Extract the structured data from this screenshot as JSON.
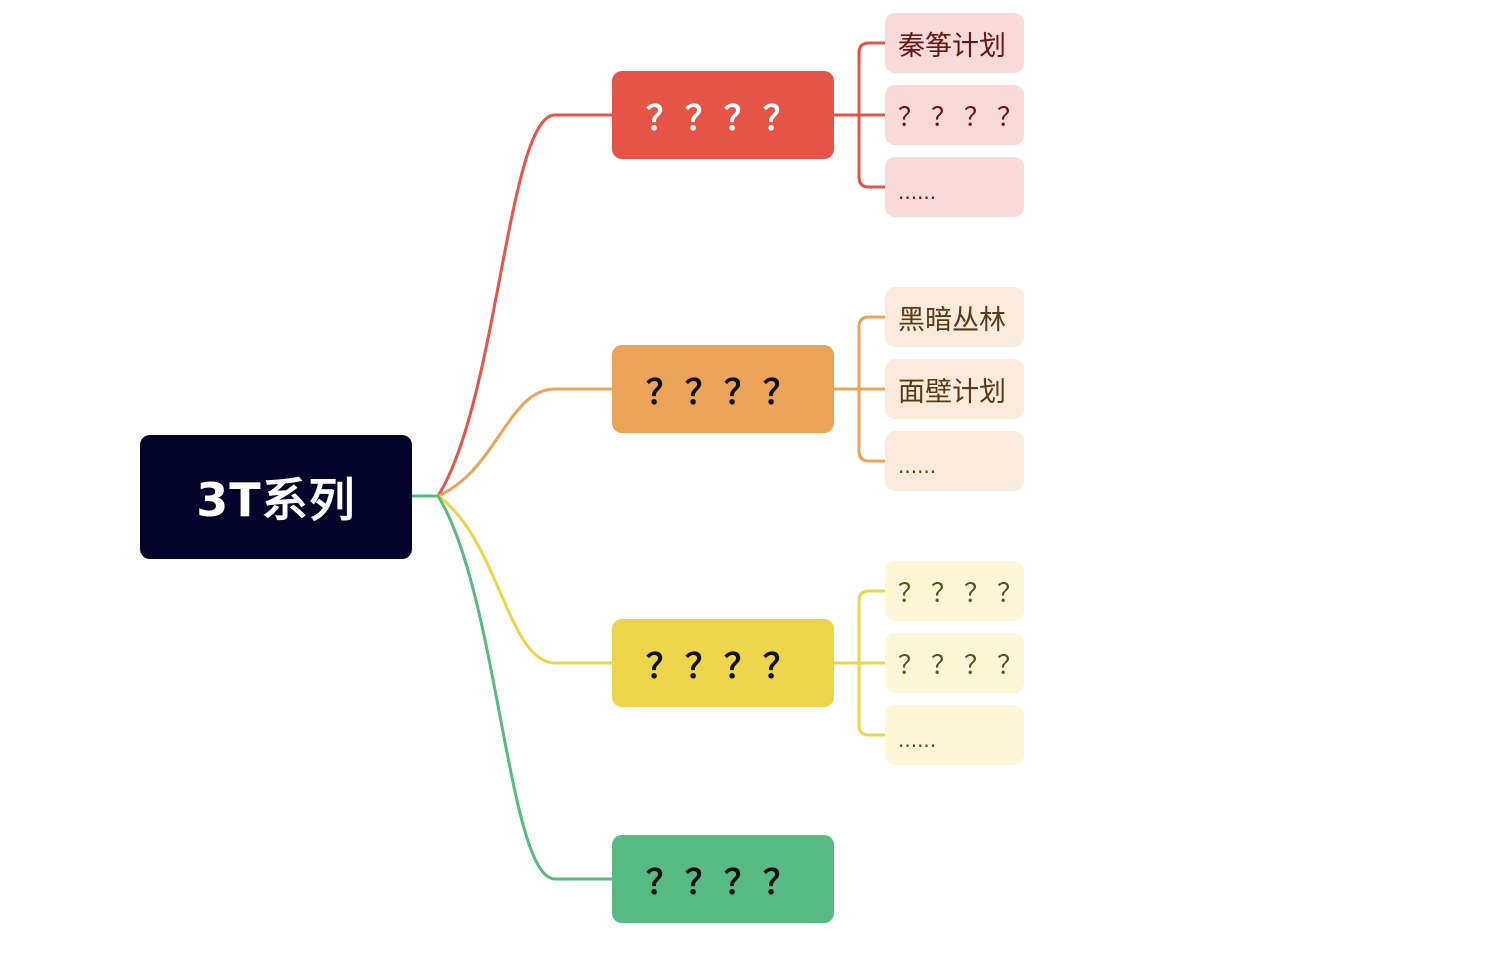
{
  "root": {
    "label": "3T系列",
    "color": "#02042a"
  },
  "branches": [
    {
      "label": "？？？？",
      "color": "#e45447",
      "text_color": "#ffffff",
      "leaf_bg": "#f9dad8",
      "leaf_text": "#6b1510",
      "leaves": [
        "秦筝计划",
        "？？？？",
        "......"
      ]
    },
    {
      "label": "？？？？",
      "color": "#eba35a",
      "text_color": "#111111",
      "leaf_bg": "#fbebdd",
      "leaf_text": "#5a3a14",
      "leaves": [
        "黑暗丛林",
        "面壁计划",
        "......"
      ]
    },
    {
      "label": "？？？？",
      "color": "#edd54b",
      "text_color": "#111111",
      "leaf_bg": "#fdf7d8",
      "leaf_text": "#5e531a",
      "leaves": [
        "？？？？",
        "？？？？",
        "......"
      ]
    },
    {
      "label": "？？？？",
      "color": "#56ba82",
      "text_color": "#111111",
      "leaf_bg": "#dff3e7",
      "leaf_text": "#1f5a36",
      "leaves": []
    }
  ]
}
